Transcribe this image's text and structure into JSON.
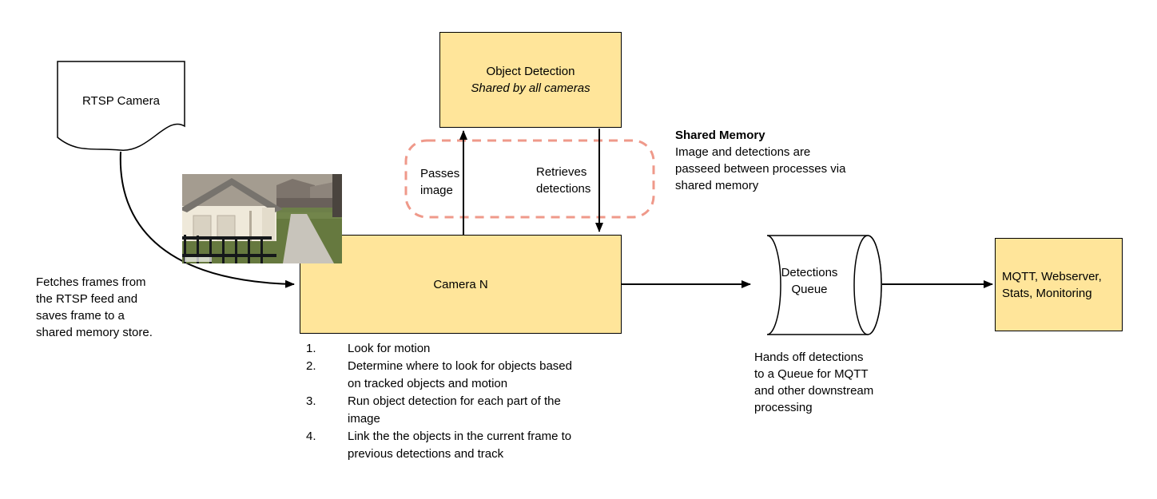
{
  "nodes": {
    "rtsp_camera": {
      "label": "RTSP Camera"
    },
    "object_detection": {
      "title": "Object Detection",
      "subtitle": "Shared by all cameras"
    },
    "camera_n": {
      "label": "Camera N"
    },
    "detections_queue": {
      "label": "Detections Queue"
    },
    "outputs": {
      "label": "MQTT, Webserver, Stats, Monitoring"
    }
  },
  "edge_labels": {
    "passes_image": "Passes image",
    "retrieves_detections": "Retrieves detections"
  },
  "notes": {
    "fetch": "Fetches frames from the RTSP feed and saves frame to a shared memory store.",
    "shared_memory_title": "Shared Memory",
    "shared_memory_body": "Image and detections are passeed between processes via shared memory",
    "queue_handoff": "Hands off detections to a Queue for MQTT and other downstream processing"
  },
  "camera_steps": [
    {
      "num": "1.",
      "text": "Look for motion"
    },
    {
      "num": "2.",
      "text": "Determine where to look for objects based on tracked objects and motion"
    },
    {
      "num": "3.",
      "text": "Run object detection for each part of the image"
    },
    {
      "num": "4.",
      "text": "Link the the objects in the current frame to previous detections and track"
    }
  ],
  "colors": {
    "node_fill": "#ffe59a",
    "node_border": "#000000",
    "shared_memory_outline": "#ef998a",
    "arrow": "#000000",
    "background": "#ffffff"
  }
}
